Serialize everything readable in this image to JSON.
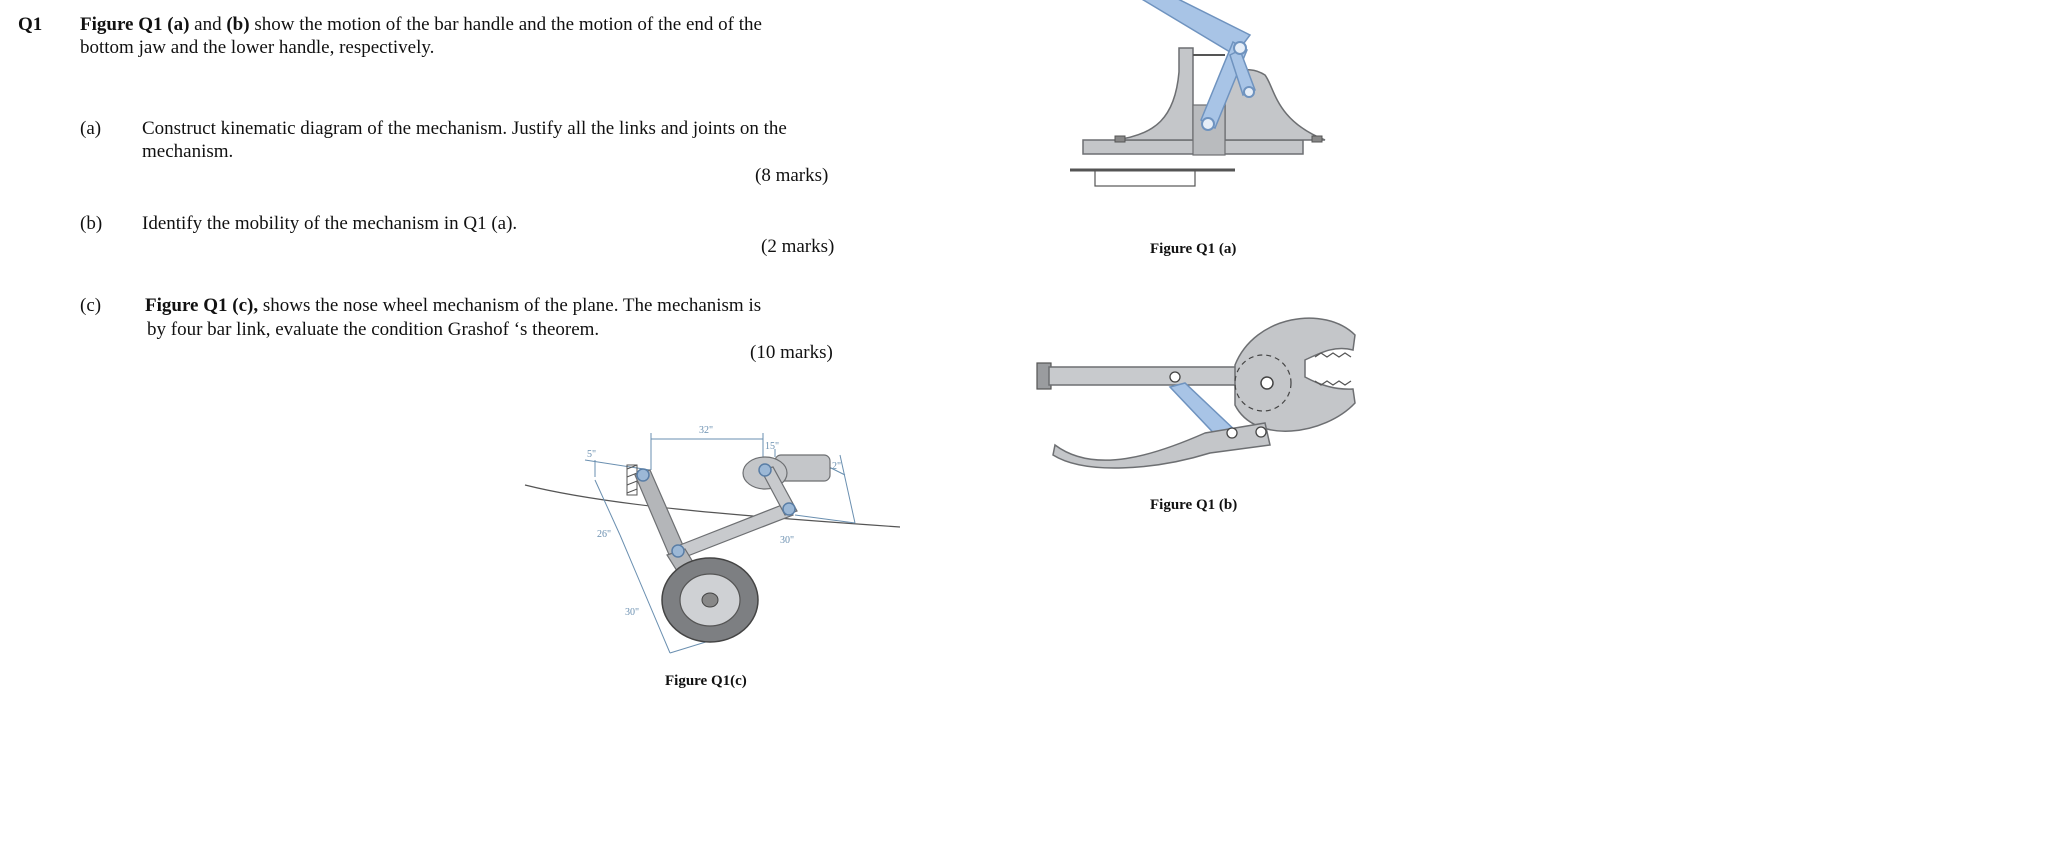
{
  "question": {
    "number": "Q1",
    "intro_line1_bold_a": "Figure Q1 (a)",
    "intro_line1_and": " and ",
    "intro_line1_bold_b": "(b)",
    "intro_line1_rest": " show the motion of the bar handle and the motion of the end of the",
    "intro_line2": "bottom jaw and the lower handle, respectively."
  },
  "parts": [
    {
      "label": "(a)",
      "line1": "Construct kinematic diagram of the mechanism. Justify all the links and joints on the",
      "line2": "mechanism.",
      "marks": "(8 marks)"
    },
    {
      "label": "(b)",
      "line1": "Identify the mobility of the mechanism in Q1 (a).",
      "marks": "(2 marks)"
    },
    {
      "label": "(c)",
      "line1_bold": "Figure Q1 (c),",
      "line1_rest": " shows the nose wheel mechanism of the plane. The mechanism is",
      "line2": "by four bar link, evaluate the condition Grashof ‘s theorem.",
      "marks": "(10 marks)"
    }
  ],
  "figures": {
    "a_caption": "Figure Q1 (a)",
    "b_caption": "Figure Q1 (b)",
    "c_caption": "Figure Q1(c)",
    "c_dimensions": {
      "top": "32\"",
      "left_small": "5\"",
      "upper_right": "15\"",
      "right": "12\"",
      "left_long": "26\"",
      "lower_left": "30\"",
      "lower_right": "30\""
    }
  },
  "colors": {
    "link_blue": "#a8c4e6",
    "link_blue_stroke": "#6f93bf",
    "body_gray": "#c4c6c9",
    "body_stroke": "#6d6f72",
    "dimension_blue": "#6a8fb0"
  }
}
